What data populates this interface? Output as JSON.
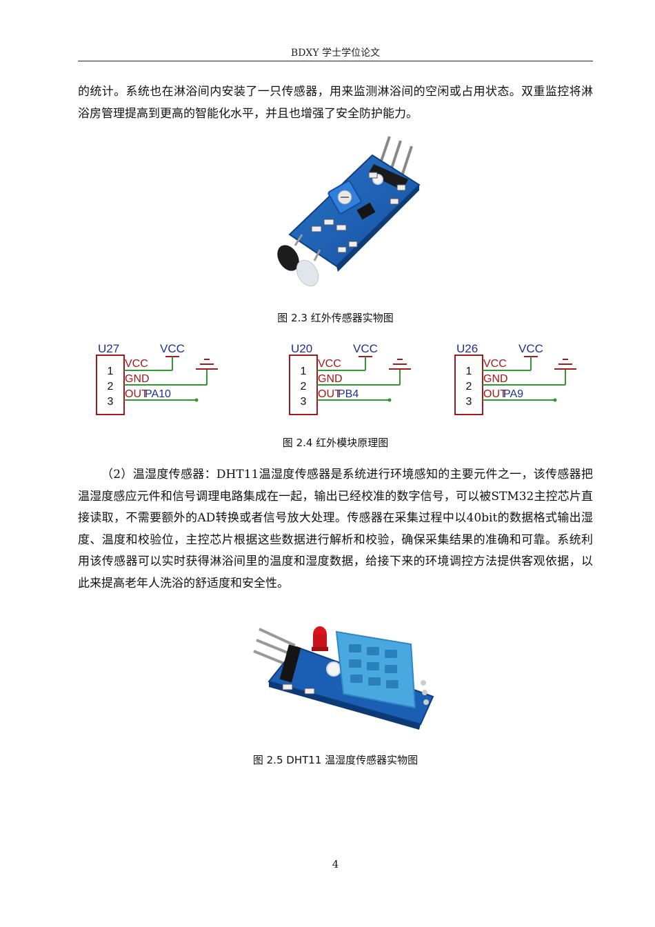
{
  "header": {
    "title": "BDXY 学士学位论文"
  },
  "paragraphs": {
    "p1": "的统计。系统也在淋浴间内安装了一只传感器，用来监测淋浴间的空闲或占用状态。双重监控将淋浴房管理提高到更高的智能化水平，并且也增强了安全防护能力。",
    "p2": "（2）温湿度传感器：DHT11温湿度传感器是系统进行环境感知的主要元件之一，该传感器把温湿度感应元件和信号调理电路集成在一起，输出已经校准的数字信号，可以被STM32主控芯片直接读取，不需要额外的AD转换或者信号放大处理。传感器在采集过程中以40bit的数据格式输出湿度、温度和校验位，主控芯片根据这些数据进行解析和校验，确保采集结果的准确和可靠。系统利用该传感器可以实时获得淋浴间里的温度和湿度数据，给接下来的环境调控方法提供客观依据，以此来提高老年人洗浴的舒适度和安全性。"
  },
  "figures": {
    "fig23_caption": "图 2.3  红外传感器实物图",
    "fig24_caption": "图 2.4  红外模块原理图",
    "fig25_caption": "图 2.5 DHT11 温湿度传感器实物图"
  },
  "schematic": {
    "vcc_label": "VCC",
    "pins": {
      "p1": "1",
      "p2": "2",
      "p3": "3"
    },
    "pin_names": {
      "vcc": "VCC",
      "gnd": "GND",
      "out": "OUT"
    },
    "modules": [
      {
        "ref": "U27",
        "net": "PA10"
      },
      {
        "ref": "U20",
        "net": "PB4"
      },
      {
        "ref": "U26",
        "net": "PA9"
      }
    ]
  },
  "page_number": "4",
  "colors": {
    "pcb_blue": "#1a5fb4",
    "schematic_red": "#a01818",
    "wire_green": "#2c9a2c",
    "label_blue": "#1c2f9c",
    "sensor_blue": "#4aa8e0"
  }
}
